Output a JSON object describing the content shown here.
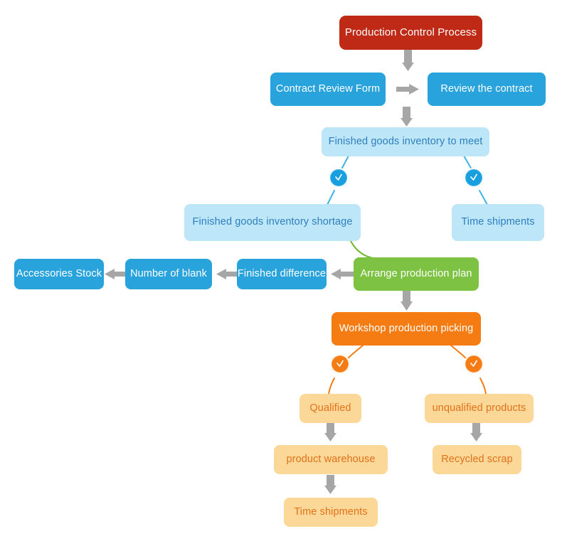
{
  "diagram": {
    "title": "Production Control Process",
    "background_color": "#ffffff",
    "palette": {
      "title_red": "#BE2A16",
      "blue": "#29A3DC",
      "light_blue": "#BDE6F8",
      "light_blue_text": "#2E7FBF",
      "green": "#7DC242",
      "orange": "#F57C13",
      "light_orange": "#FBD897",
      "light_orange_text": "#E2711A",
      "arrow_gray": "#A6A6A6",
      "blue_connector": "#3FB3E8",
      "orange_connector": "#F57C13",
      "green_connector": "#6FB52F"
    },
    "nodes": {
      "production_control_process": "Production Control Process",
      "contract_review_form": "Contract Review Form",
      "review_the_contract": "Review the contract",
      "finished_goods_inventory_to_meet": "Finished goods inventory to meet",
      "finished_goods_inventory_shortage": "Finished goods inventory shortage",
      "time_shipments_top": "Time shipments",
      "arrange_production_plan": "Arrange production plan",
      "finished_difference": "Finished difference",
      "number_of_blank": "Number of blank",
      "accessories_stock": "Accessories Stock",
      "workshop_production_picking": "Workshop production picking",
      "qualified": "Qualified",
      "unqualified_products": "unqualified products",
      "product_warehouse": "product warehouse",
      "recycled_scrap": "Recycled scrap",
      "time_shipments_bottom": "Time shipments"
    },
    "badges": {
      "inventory_shortage_badge": "check-circle-icon",
      "time_shipments_badge": "check-circle-icon",
      "qualified_badge": "check-circle-icon",
      "unqualified_badge": "check-circle-icon"
    }
  }
}
